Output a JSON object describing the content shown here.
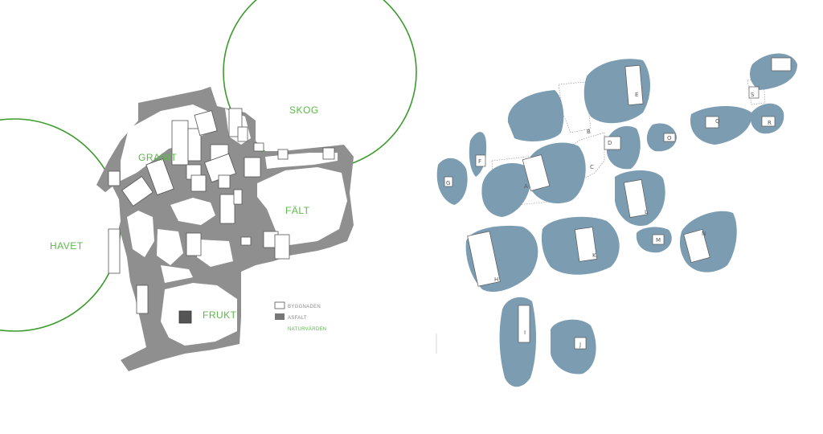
{
  "colors": {
    "asphalt": "#8f8f8f",
    "nature": "#3d9a2e",
    "nature_text": "#5cb84a",
    "blob": "#7c9db1",
    "building_stroke": "#555555",
    "white": "#ffffff"
  },
  "left_map": {
    "zones": {
      "havet": "HAVET",
      "skog": "SKOG",
      "granit": "GRANIT",
      "falt": "FÄLT",
      "frukt": "FRUKT"
    },
    "legend": {
      "buildings": "BYGGNADEN",
      "asphalt": "ASFALT",
      "nature": "NATURVÄRDEN"
    }
  },
  "right_map": {
    "building_labels": [
      "A",
      "B",
      "C",
      "D",
      "E",
      "F",
      "G",
      "H",
      "I",
      "J",
      "K",
      "L",
      "M",
      "N",
      "Q",
      "R",
      "S",
      "O"
    ]
  }
}
